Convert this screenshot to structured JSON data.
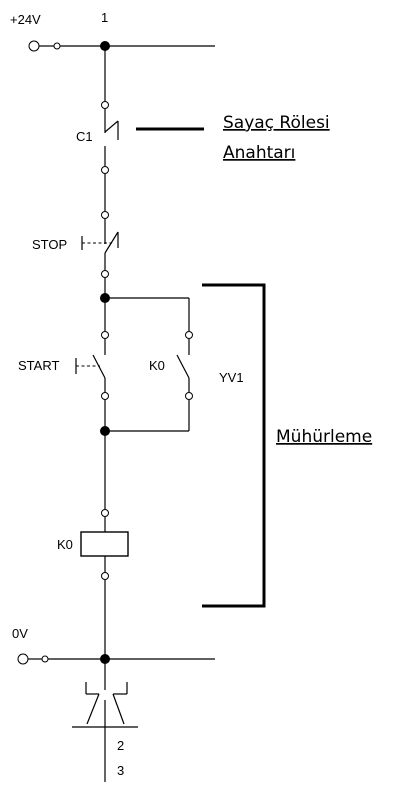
{
  "diagram": {
    "labels": {
      "supply_plus": "+24V",
      "node_top": "1",
      "c1": "C1",
      "stop": "STOP",
      "start": "START",
      "k0_contact": "K0",
      "yv1": "YV1",
      "k0_coil": "K0",
      "supply_zero": "0V",
      "node_2": "2",
      "node_3": "3"
    },
    "annotations": {
      "counter_line1": "Sayaç Rölesi",
      "counter_line2": "Anahtarı",
      "self_holding": "Mühürleme"
    }
  }
}
